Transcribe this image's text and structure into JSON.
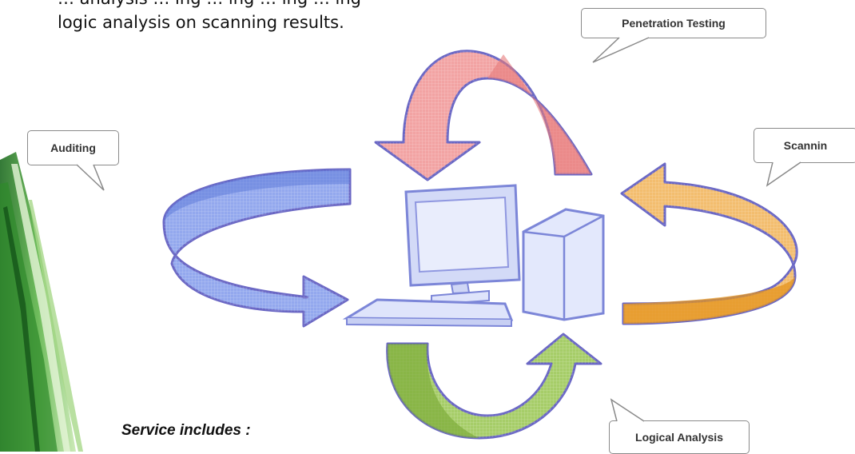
{
  "intro": {
    "line1": "… analysis … ing … ing … ing … ing",
    "line2": "logic analysis on scanning results."
  },
  "callouts": {
    "penetration": "Penetration Testing",
    "auditing": "Auditing",
    "scanning": "Scannin",
    "logical": "Logical Analysis"
  },
  "footer": {
    "service_includes": "Service includes :"
  },
  "colors": {
    "red_arrow": "#f29a9a",
    "blue_arrow": "#8fa6ee",
    "orange_arrow": "#f1b660",
    "green_arrow": "#9cc45a",
    "outline": "#6a67c4",
    "computer": "#d8def8",
    "grass": "#2f8a2b"
  },
  "icons": {
    "computer": "desktop-computer-icon",
    "grass": "grass-decoration"
  }
}
